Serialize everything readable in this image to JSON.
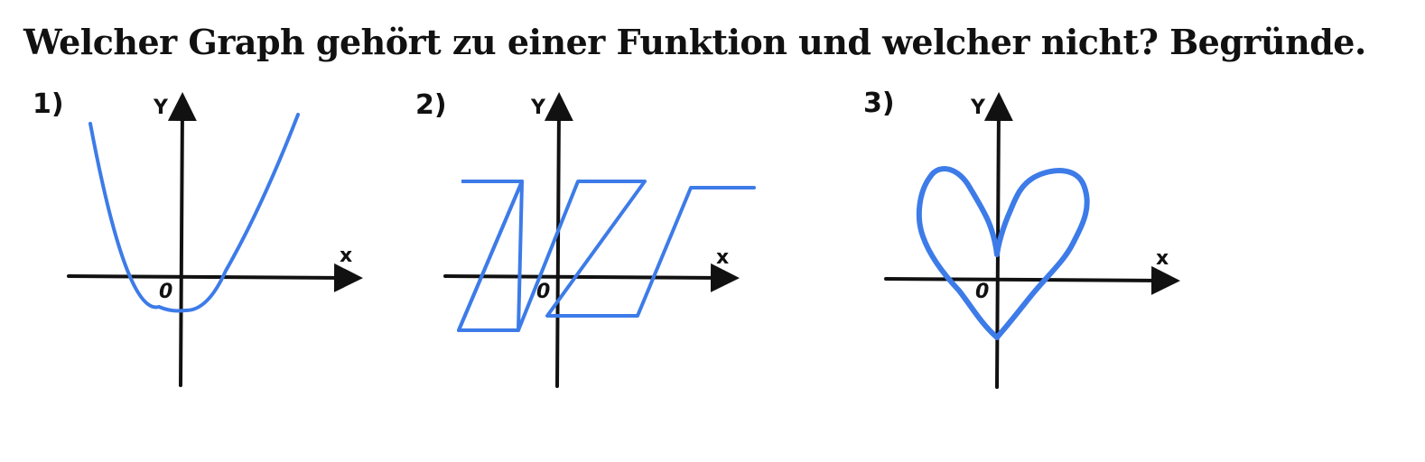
{
  "question": "Welcher Graph gehört zu einer Funktion und welcher nicht? Begründe.",
  "colors": {
    "curve": "#3d7be8",
    "axis": "#111111"
  },
  "graphs": [
    {
      "number": "1)",
      "y_label": "Y",
      "x_label": "x",
      "origin_label": "0"
    },
    {
      "number": "2)",
      "y_label": "Y",
      "x_label": "x",
      "origin_label": "0"
    },
    {
      "number": "3)",
      "y_label": "Y",
      "x_label": "x",
      "origin_label": "0"
    }
  ]
}
